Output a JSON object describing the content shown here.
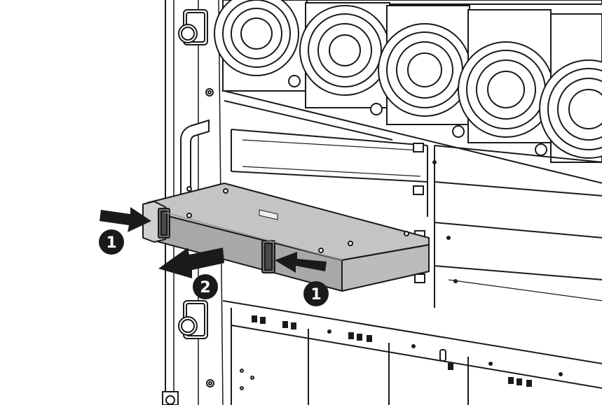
{
  "figure": {
    "callouts": [
      {
        "id": "step-1a",
        "label": "1"
      },
      {
        "id": "step-1b",
        "label": "1"
      },
      {
        "id": "step-2",
        "label": "2"
      }
    ],
    "colors": {
      "line": "#1a1a1a",
      "chassis_fill": "#ffffff",
      "module_fill": "#b5b5b5",
      "module_top": "#c4c4c4",
      "module_shadow": "#8e8e8e",
      "arrow": "#1a1a1a"
    },
    "icons": [
      "arrow-icon",
      "callout-badge-icon"
    ]
  }
}
